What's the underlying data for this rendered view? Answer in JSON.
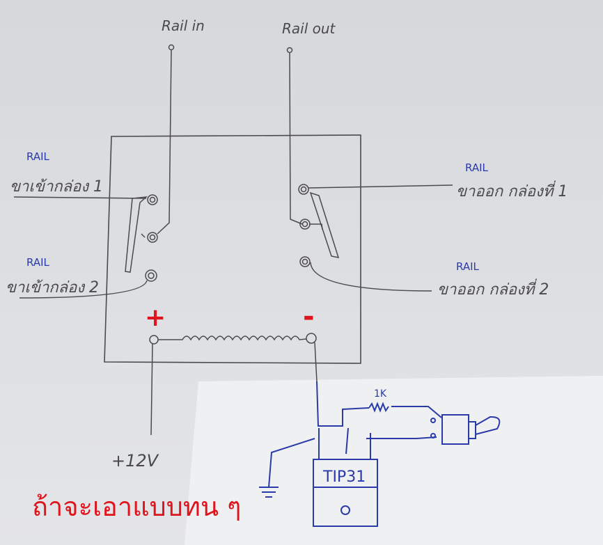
{
  "labels": {
    "rail_in": "Rail in",
    "rail_out": "Rail out",
    "left_rail_1_tag": "RAIL",
    "left_rail_1_text": "ขาเข้ากล่อง 1",
    "left_rail_2_tag": "RAIL",
    "left_rail_2_text": "ขาเข้ากล่อง 2",
    "right_rail_1_tag": "RAIL",
    "right_rail_1_text": "ขาออก กล่องที่ 1",
    "right_rail_2_tag": "RAIL",
    "right_rail_2_text": "ขาออก กล่องที่ 2",
    "coil_plus": "+",
    "coil_minus": "-",
    "supply": "+12V",
    "resistor": "1K",
    "transistor": "TIP31",
    "caption": "ถ้าจะเอาแบบทน ๆ"
  },
  "colors": {
    "paper_top": "#d9dbde",
    "paper_bottom": "#eeeff1",
    "pencil": "#4a4a4a",
    "pen_blue": "#2a3aa8",
    "caption_red": "#e0141c",
    "plus_red": "#e0141c",
    "minus_red": "#e0141c"
  }
}
